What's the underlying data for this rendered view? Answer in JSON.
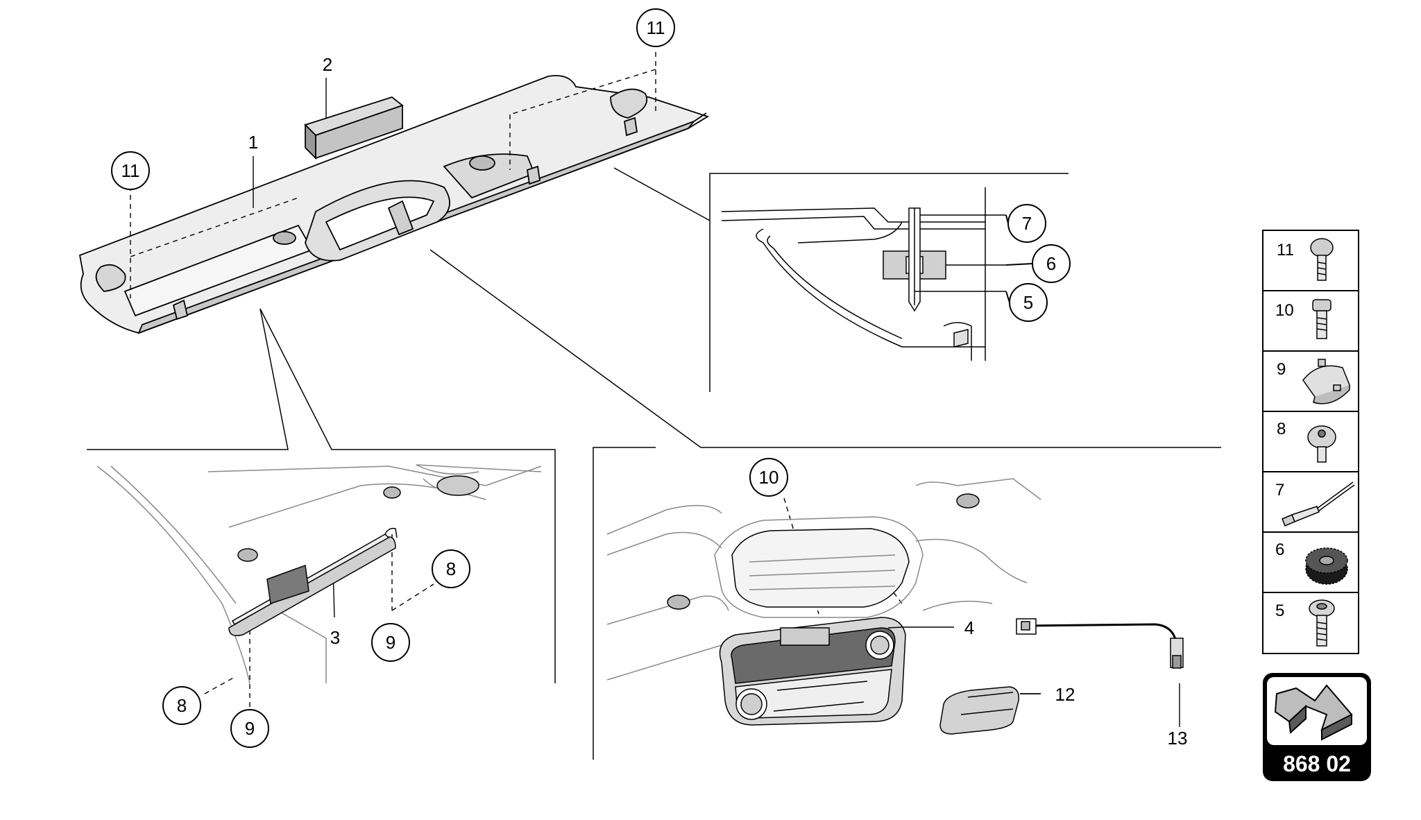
{
  "diagram": {
    "callouts": [
      "1",
      "2",
      "3",
      "4",
      "5",
      "6",
      "7",
      "8",
      "8",
      "9",
      "9",
      "10",
      "11",
      "11",
      "12",
      "13"
    ],
    "legend": {
      "parts": [
        {
          "number": "11",
          "icon": "mushroom-screw-icon"
        },
        {
          "number": "10",
          "icon": "bolt-icon"
        },
        {
          "number": "9",
          "icon": "clip-cap-icon"
        },
        {
          "number": "8",
          "icon": "screw-icon"
        },
        {
          "number": "7",
          "icon": "blind-rivet-icon"
        },
        {
          "number": "6",
          "icon": "toothed-washer-icon"
        },
        {
          "number": "5",
          "icon": "screw-icon"
        }
      ]
    },
    "code_box": {
      "code": "868 02",
      "icon": "direction-arrow-icon"
    },
    "colors": {
      "line": "#000000",
      "fill_light": "#e6e6e6",
      "fill_mid": "#b0b0b0",
      "fill_dark": "#5a5a5a",
      "code_box": "#000000"
    }
  }
}
